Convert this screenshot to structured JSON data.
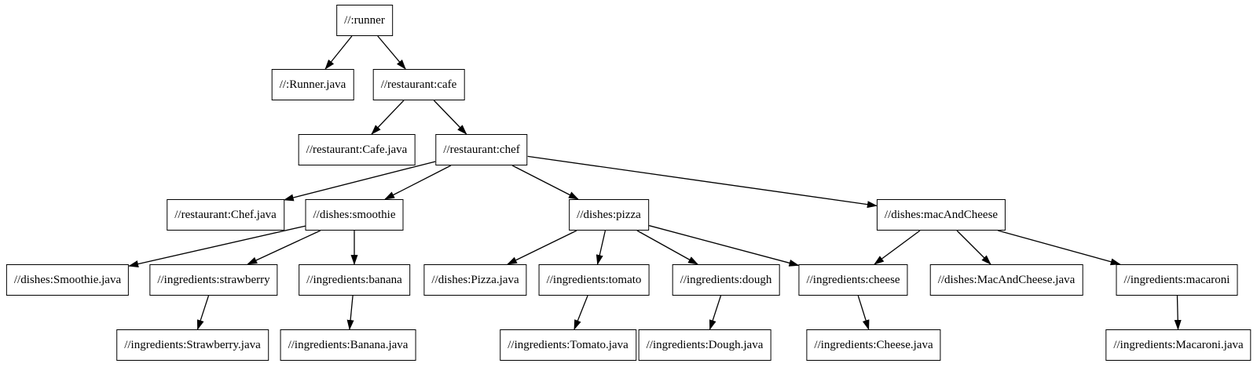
{
  "graph": {
    "type": "dependency-tree",
    "colors": {
      "background": "#ffffff",
      "node_fill": "#ffffff",
      "node_border": "#000000",
      "text": "#000000",
      "edge": "#000000"
    },
    "nodes": [
      {
        "id": "runner",
        "label": "//:runner"
      },
      {
        "id": "runner_java",
        "label": "//:Runner.java"
      },
      {
        "id": "cafe",
        "label": "//restaurant:cafe"
      },
      {
        "id": "cafe_java",
        "label": "//restaurant:Cafe.java"
      },
      {
        "id": "chef",
        "label": "//restaurant:chef"
      },
      {
        "id": "chef_java",
        "label": "//restaurant:Chef.java"
      },
      {
        "id": "smoothie",
        "label": "//dishes:smoothie"
      },
      {
        "id": "pizza",
        "label": "//dishes:pizza"
      },
      {
        "id": "macandcheese",
        "label": "//dishes:macAndCheese"
      },
      {
        "id": "smoothie_java",
        "label": "//dishes:Smoothie.java"
      },
      {
        "id": "strawberry",
        "label": "//ingredients:strawberry"
      },
      {
        "id": "banana",
        "label": "//ingredients:banana"
      },
      {
        "id": "pizza_java",
        "label": "//dishes:Pizza.java"
      },
      {
        "id": "tomato",
        "label": "//ingredients:tomato"
      },
      {
        "id": "dough",
        "label": "//ingredients:dough"
      },
      {
        "id": "cheese",
        "label": "//ingredients:cheese"
      },
      {
        "id": "macandcheese_java",
        "label": "//dishes:MacAndCheese.java"
      },
      {
        "id": "macaroni",
        "label": "//ingredients:macaroni"
      },
      {
        "id": "strawberry_java",
        "label": "//ingredients:Strawberry.java"
      },
      {
        "id": "banana_java",
        "label": "//ingredients:Banana.java"
      },
      {
        "id": "tomato_java",
        "label": "//ingredients:Tomato.java"
      },
      {
        "id": "dough_java",
        "label": "//ingredients:Dough.java"
      },
      {
        "id": "cheese_java",
        "label": "//ingredients:Cheese.java"
      },
      {
        "id": "macaroni_java",
        "label": "//ingredients:Macaroni.java"
      }
    ],
    "edges": [
      {
        "from": "runner",
        "to": "runner_java"
      },
      {
        "from": "runner",
        "to": "cafe"
      },
      {
        "from": "cafe",
        "to": "cafe_java"
      },
      {
        "from": "cafe",
        "to": "chef"
      },
      {
        "from": "chef",
        "to": "chef_java"
      },
      {
        "from": "chef",
        "to": "smoothie"
      },
      {
        "from": "chef",
        "to": "pizza"
      },
      {
        "from": "chef",
        "to": "macandcheese"
      },
      {
        "from": "smoothie",
        "to": "smoothie_java"
      },
      {
        "from": "smoothie",
        "to": "strawberry"
      },
      {
        "from": "smoothie",
        "to": "banana"
      },
      {
        "from": "pizza",
        "to": "pizza_java"
      },
      {
        "from": "pizza",
        "to": "tomato"
      },
      {
        "from": "pizza",
        "to": "dough"
      },
      {
        "from": "pizza",
        "to": "cheese"
      },
      {
        "from": "macandcheese",
        "to": "cheese"
      },
      {
        "from": "macandcheese",
        "to": "macandcheese_java"
      },
      {
        "from": "macandcheese",
        "to": "macaroni"
      },
      {
        "from": "strawberry",
        "to": "strawberry_java"
      },
      {
        "from": "banana",
        "to": "banana_java"
      },
      {
        "from": "tomato",
        "to": "tomato_java"
      },
      {
        "from": "dough",
        "to": "dough_java"
      },
      {
        "from": "cheese",
        "to": "cheese_java"
      },
      {
        "from": "macaroni",
        "to": "macaroni_java"
      }
    ]
  }
}
